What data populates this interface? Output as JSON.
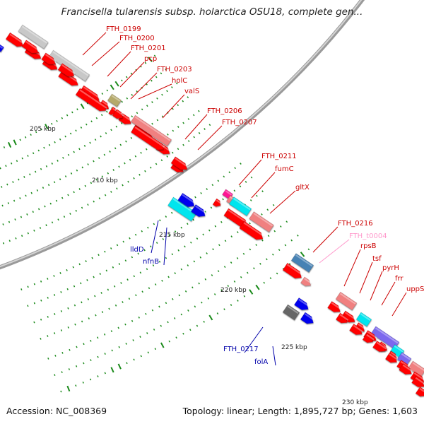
{
  "title": "Francisella tularensis subsp. holarctica OSU18, complete gen...",
  "accession_text": "Accession: NC_008369",
  "stats_text": "Topology: linear; Length: 1,895,727 bp; Genes: 1,603",
  "colors": {
    "forward_cds": "#ff0000",
    "pseudo_light": "#f08080",
    "gray_feature": "#c8c8c8",
    "olive_feature": "#b5a96a",
    "cyan_feature": "#00e5ee",
    "blue_feature": "#0000ee",
    "steel_feature": "#4682b4",
    "purple_feature": "#7b68ee",
    "magenta_feature": "#ff1493",
    "pink_label": "#ff99cc",
    "red_label": "#cc0000",
    "blue_label": "#0000aa",
    "tick_green": "#1a8a1a"
  },
  "scale_ticks": [
    "205 kbp",
    "210 kbp",
    "215 kbp",
    "220 kbp",
    "225 kbp",
    "230 kbp"
  ],
  "gene_labels": [
    {
      "text": "FTH_0199",
      "color": "red"
    },
    {
      "text": "FTH_0200",
      "color": "red"
    },
    {
      "text": "FTH_0201",
      "color": "red"
    },
    {
      "text": "pcp",
      "color": "red"
    },
    {
      "text": "FTH_0203",
      "color": "red"
    },
    {
      "text": "holC",
      "color": "red"
    },
    {
      "text": "valS",
      "color": "red"
    },
    {
      "text": "FTH_0206",
      "color": "red"
    },
    {
      "text": "FTH_0207",
      "color": "red"
    },
    {
      "text": "FTH_0211",
      "color": "red"
    },
    {
      "text": "fumC",
      "color": "red"
    },
    {
      "text": "gltX",
      "color": "red"
    },
    {
      "text": "FTH_0216",
      "color": "red"
    },
    {
      "text": "FTH_t0004",
      "color": "pink"
    },
    {
      "text": "rpsB",
      "color": "red"
    },
    {
      "text": "tsf",
      "color": "red"
    },
    {
      "text": "pyrH",
      "color": "red"
    },
    {
      "text": "frr",
      "color": "red"
    },
    {
      "text": "uppS",
      "color": "red"
    },
    {
      "text": "lldD",
      "color": "blue"
    },
    {
      "text": "nfnB",
      "color": "blue"
    },
    {
      "text": "FTH_0217",
      "color": "blue"
    },
    {
      "text": "folA",
      "color": "blue"
    }
  ]
}
